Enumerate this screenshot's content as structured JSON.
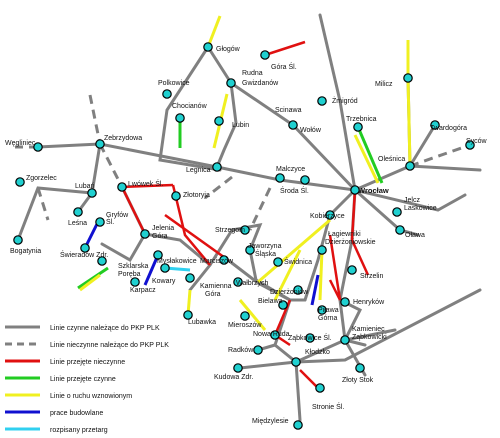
{
  "colors": {
    "active": "#808080",
    "inactive": "#808080",
    "taken_inactive": "#e01010",
    "taken_active": "#22cc22",
    "resumed": "#f0f020",
    "construction": "#1010d0",
    "tender": "#30d0f0",
    "station": "#20d0d0"
  },
  "legend": [
    {
      "key": "active",
      "label": "Linie czynne należące do PKP PLK"
    },
    {
      "key": "inactive",
      "label": "Linie nieczynne należące do PKP PLK"
    },
    {
      "key": "taken_inactive",
      "label": "Linie przejęte nieczynne"
    },
    {
      "key": "taken_active",
      "label": "Linie przejęte czynne"
    },
    {
      "key": "resumed",
      "label": "Linie o ruchu wznowionym"
    },
    {
      "key": "construction",
      "label": "prace budowlane"
    },
    {
      "key": "tender",
      "label": "rozpisany przetarg"
    }
  ],
  "stations": {
    "glogow": "Głogów",
    "gora": "Góra Śl.",
    "polkowice": "Polkowice",
    "rudna": "Rudna Gwizdanów",
    "milicz": "Milicz",
    "zmigrod": "Żmigród",
    "chocianow": "Chocianów",
    "scinawa": "Scinawa",
    "trzebnica": "Trzebnica",
    "twardogora": "Twardogóra",
    "wolow": "Wołów",
    "lubin": "Lubin",
    "sycow": "Syców",
    "weglinie": "Węgliniec",
    "zebrzydowa": "Zebrzydowa",
    "olesnica": "Oleśnica",
    "legnica": "Legnica",
    "malczyce": "Malczyce",
    "zgorzelec": "Zgorzelec",
    "luban": "Lubań",
    "lwowek": "Lwówek Śl.",
    "zlotoryja": "Złotoryja",
    "sroda": "Środa Śl.",
    "wroclaw": "Wrocław",
    "jelcz": "Jelcz Laskowice",
    "lesna": "Leśna",
    "gryfow": "Gryfów Śl.",
    "kobierzyce": "Kobierzyce",
    "olawa": "Oława",
    "strzegom": "Strzegom",
    "bogatynia": "Bogatynia",
    "swieradow": "Świeradów Zdr.",
    "jelenia": "Jelenia Góra",
    "jaworzyna": "Jaworzyna Śląska",
    "lagiewniki": "Łagiewniki Dzierżoniowskie",
    "szklarska": "Szklarska Poręba",
    "mysłakowice": "Mysłakowice",
    "marciszow": "Marciszów",
    "swidnica": "Świdnica",
    "strzelin": "Strzelin",
    "kowary": "Kowary",
    "karpacz": "Karpacz",
    "kamienna": "Kamienna Góra",
    "walbrzych": "Wałbrzych",
    "dzierzoniow": "Dzierżoniów",
    "henrykow": "Henryków",
    "lubawka": "Lubawka",
    "bielawa": "Bielawa",
    "pilawa": "Piława Górna",
    "mieroszow": "Mieroszów",
    "nowaruda": "Nowa Ruda",
    "kamieniec": "Kamieniec Ząbkowicki",
    "zabkowice": "Ząbkowice Śl.",
    "radkow": "Radków",
    "klodzko": "Kłodzko",
    "zlotystok": "Złoty Stok",
    "kudowa": "Kudowa Zdr.",
    "stronie": "Stronie Śl.",
    "miedzylesie": "Międzylesie"
  }
}
